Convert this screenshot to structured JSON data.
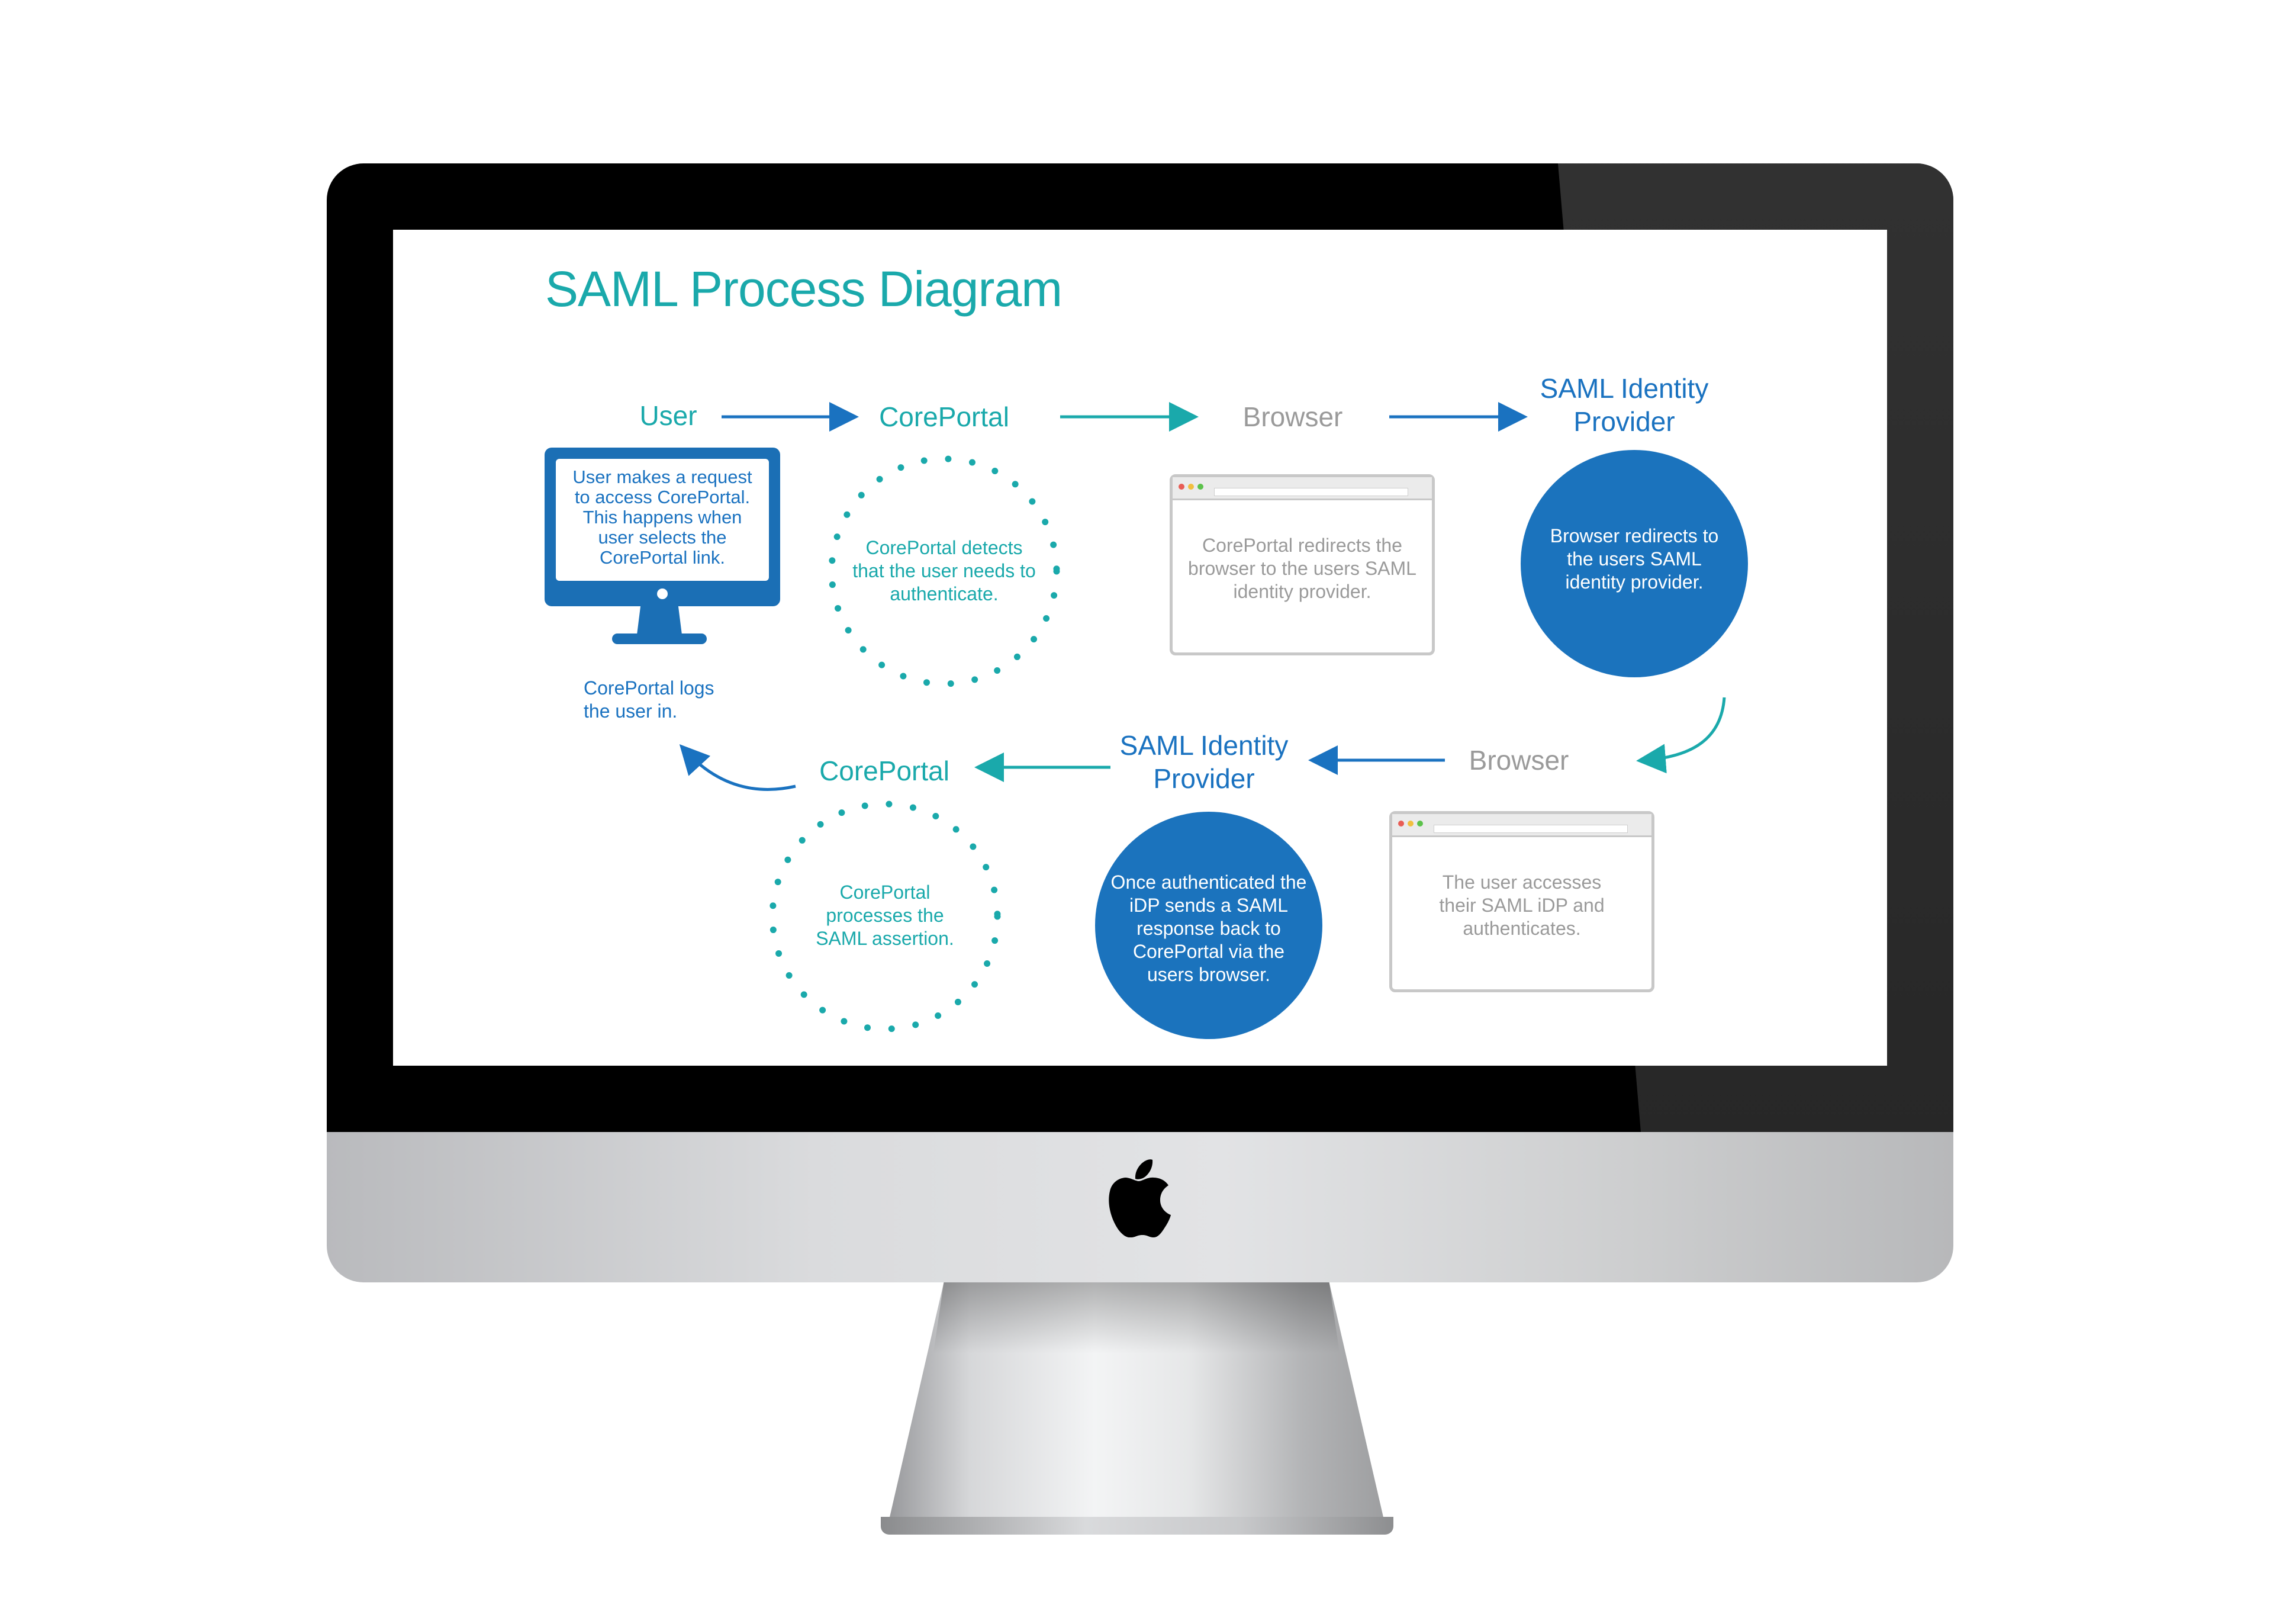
{
  "diagram": {
    "title": "SAML Process Diagram",
    "row1": {
      "user": {
        "heading": "User",
        "monitor_text": "User makes a request to access CorePortal. This happens when user selects the CorePortal link.",
        "caption": "CorePortal logs the user in."
      },
      "coreportal": {
        "heading": "CorePortal",
        "text": "CorePortal detects that the user needs to authenticate."
      },
      "browser": {
        "heading": "Browser",
        "text": "CorePortal redirects the browser to the users SAML identity provider."
      },
      "idp": {
        "heading": "SAML Identity Provider",
        "text": "Browser redirects to the users SAML identity provider."
      }
    },
    "row2": {
      "browser": {
        "heading": "Browser",
        "text": "The user accesses their SAML iDP and authenticates."
      },
      "idp": {
        "heading": "SAML Identity Provider",
        "text": "Once authenticated the iDP sends a SAML response back to CorePortal via the users browser."
      },
      "coreportal": {
        "heading": "CorePortal",
        "text": "CorePortal processes the SAML assertion."
      }
    }
  },
  "colors": {
    "teal": "#1aa9ab",
    "blue": "#1a72c0",
    "grey": "#9a9a9a"
  },
  "device": {
    "logo_icon": "apple-logo-icon"
  }
}
